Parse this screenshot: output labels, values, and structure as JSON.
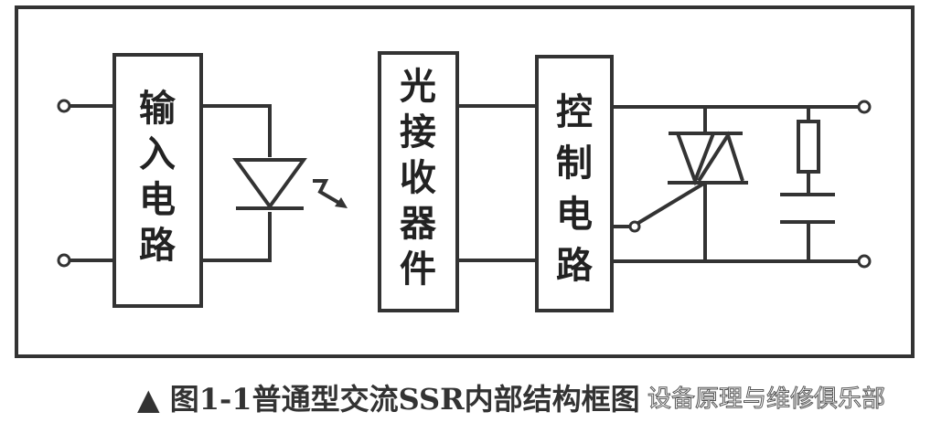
{
  "blocks": {
    "input_circuit": [
      "输",
      "入",
      "电",
      "路"
    ],
    "photo_receiver": [
      "光",
      "接",
      "收",
      "器",
      "件"
    ],
    "control_circuit": [
      "控",
      "制",
      "电",
      "路"
    ]
  },
  "caption": "▲ 图1-1普通型交流SSR内部结构框图",
  "watermark": "设备原理与维修俱乐部"
}
